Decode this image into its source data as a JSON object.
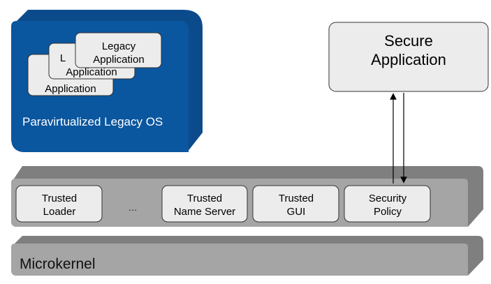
{
  "legacy_os": {
    "label": "Paravirtualized Legacy OS",
    "apps": [
      {
        "line1": "",
        "line2": "Application"
      },
      {
        "line1": "L",
        "line2": "Application"
      },
      {
        "line1": "Legacy",
        "line2": "Application"
      }
    ]
  },
  "secure_app": {
    "line1": "Secure",
    "line2": "Application"
  },
  "trusted_layer": {
    "components": [
      {
        "line1": "Trusted",
        "line2": "Loader"
      },
      {
        "line1": "Trusted",
        "line2": "Name Server"
      },
      {
        "line1": "Trusted",
        "line2": "GUI"
      },
      {
        "line1": "Security",
        "line2": "Policy"
      }
    ],
    "ellipsis": "..."
  },
  "microkernel": {
    "label": "Microkernel"
  },
  "colors": {
    "os_blue": "#0a559f",
    "os_blue_top": "#0b4a8a",
    "layer_gray": "#a3a3a3",
    "layer_top": "#888888",
    "box_fill": "#ececec"
  }
}
